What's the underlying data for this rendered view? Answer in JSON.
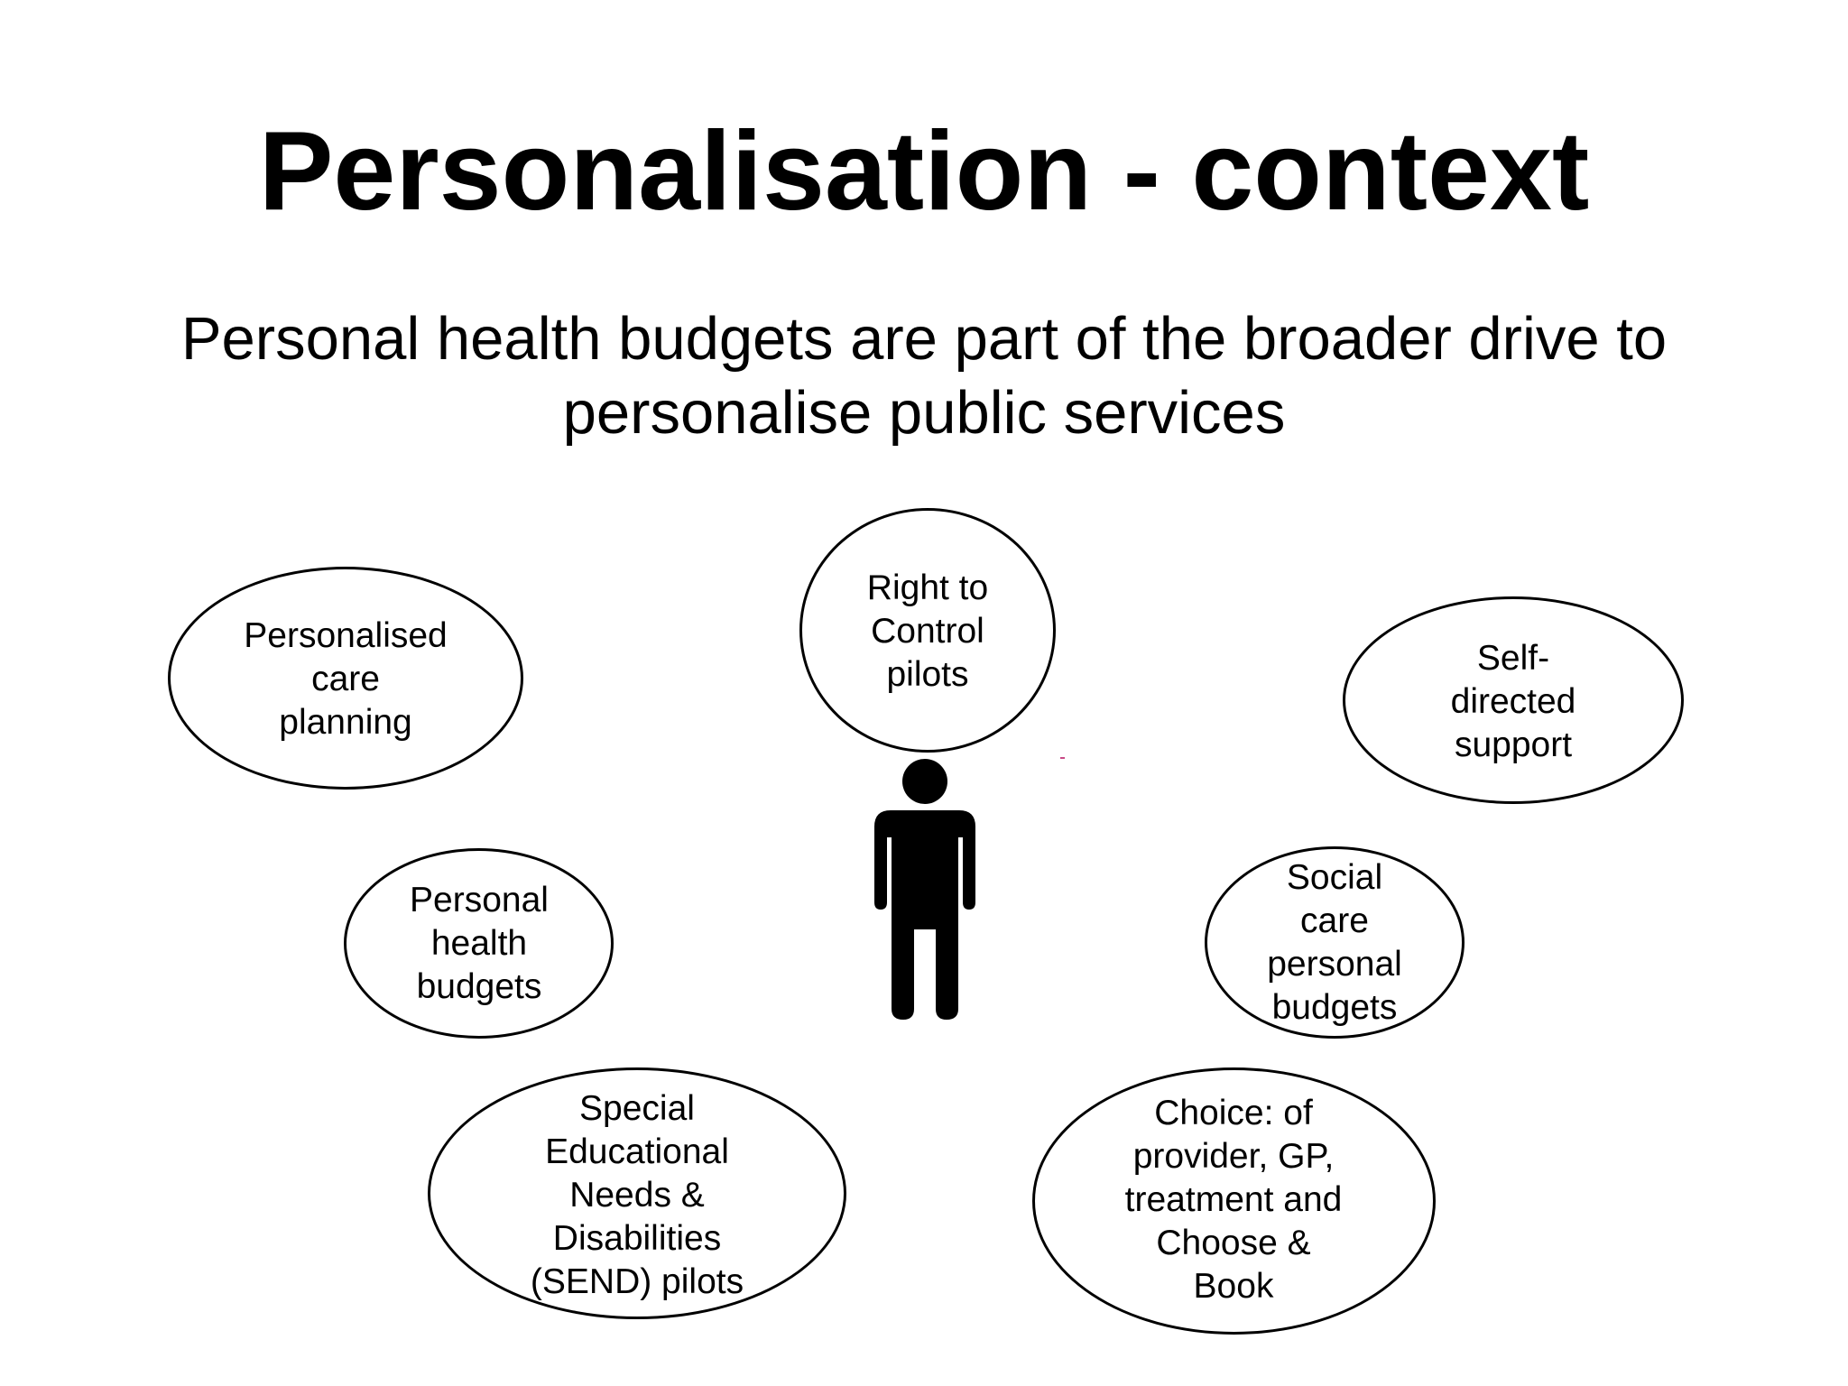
{
  "title": "Personalisation - context",
  "subtitle": "Personal health budgets are part of the broader drive to personalise public services",
  "center_icon": "person-icon",
  "bubbles": [
    {
      "label": "Personalised\ncare\nplanning"
    },
    {
      "label": "Right to\nControl\npilots"
    },
    {
      "label": "Self-\ndirected\nsupport"
    },
    {
      "label": "Personal\nhealth\nbudgets"
    },
    {
      "label": "Social\ncare\npersonal\nbudgets"
    },
    {
      "label": "Special\nEducational\nNeeds &\nDisabilities\n(SEND) pilots"
    },
    {
      "label": "Choice: of\nprovider, GP,\ntreatment and\nChoose &\nBook"
    }
  ]
}
